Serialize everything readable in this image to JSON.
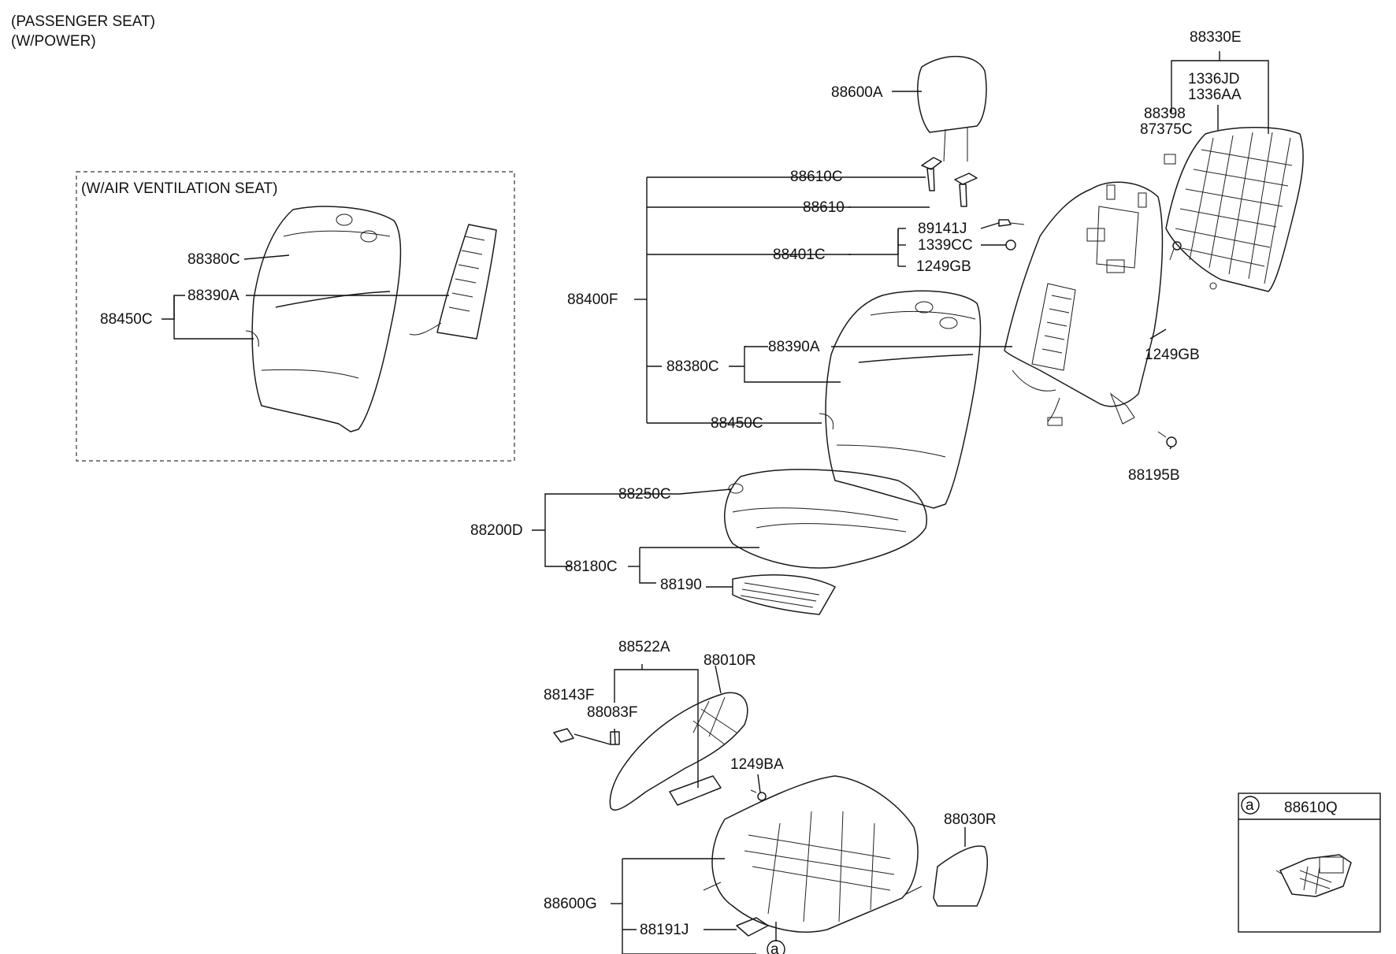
{
  "header": {
    "line1": "(PASSENGER SEAT)",
    "line2": "(W/POWER)"
  },
  "ventilation_box": {
    "title": "(W/AIR VENTILATION SEAT)",
    "labels": {
      "cover": "88380C",
      "pad_heater": "88390A",
      "assembly": "88450C"
    }
  },
  "labels": {
    "p88600A": "88600A",
    "p88610C": "88610C",
    "p88610": "88610",
    "p88401C": "88401C",
    "p88400F": "88400F",
    "p88390A": "88390A",
    "p88380C": "88380C",
    "p88450C": "88450C",
    "p89141J": "89141J",
    "p1339CC": "1339CC",
    "p1249GB_a": "1249GB",
    "p1249GB_b": "1249GB",
    "p88195B": "88195B",
    "p88330E": "88330E",
    "p1336JD": "1336JD",
    "p1336AA": "1336AA",
    "p88398": "88398",
    "p87375C": "87375C",
    "p88250C": "88250C",
    "p88200D": "88200D",
    "p88180C": "88180C",
    "p88190": "88190",
    "p88522A": "88522A",
    "p88010R": "88010R",
    "p88143F": "88143F",
    "p88083F": "88083F",
    "p1249BA": "1249BA",
    "p88030R": "88030R",
    "p88600G": "88600G",
    "p88191J": "88191J"
  },
  "callout": {
    "marker": "a",
    "box_marker": "a",
    "box_part": "88610Q"
  }
}
